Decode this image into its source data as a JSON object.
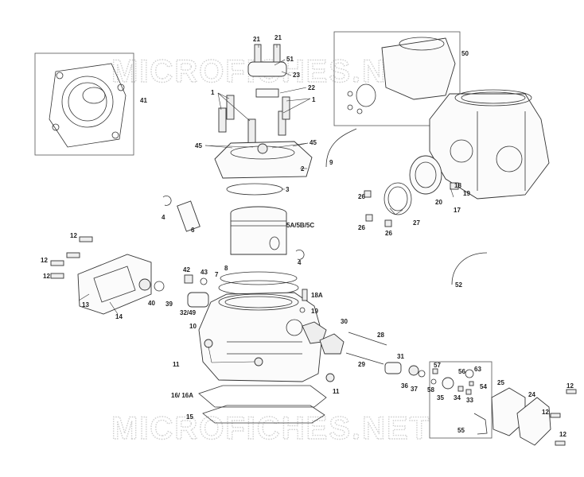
{
  "watermark": {
    "text": "MICROFICHES.NET",
    "color": "#cfcfcf"
  },
  "labels": [
    {
      "id": "l21a",
      "text": "21"
    },
    {
      "id": "l21b",
      "text": "21"
    },
    {
      "id": "l51",
      "text": "51"
    },
    {
      "id": "l23",
      "text": "23"
    },
    {
      "id": "l22",
      "text": "22"
    },
    {
      "id": "l1a",
      "text": "1"
    },
    {
      "id": "l1b",
      "text": "1"
    },
    {
      "id": "l41",
      "text": "41"
    },
    {
      "id": "l45a",
      "text": "45"
    },
    {
      "id": "l45b",
      "text": "45"
    },
    {
      "id": "l2",
      "text": "2"
    },
    {
      "id": "l3",
      "text": "3"
    },
    {
      "id": "l4a",
      "text": "4"
    },
    {
      "id": "l6",
      "text": "6"
    },
    {
      "id": "l5",
      "text": "5A/5B/5C"
    },
    {
      "id": "l4b",
      "text": "4"
    },
    {
      "id": "l8",
      "text": "8"
    },
    {
      "id": "l7",
      "text": "7"
    },
    {
      "id": "l42",
      "text": "42"
    },
    {
      "id": "l43",
      "text": "43"
    },
    {
      "id": "l12a",
      "text": "12"
    },
    {
      "id": "l12b",
      "text": "12"
    },
    {
      "id": "l12c",
      "text": "12"
    },
    {
      "id": "l13",
      "text": "13"
    },
    {
      "id": "l14",
      "text": "14"
    },
    {
      "id": "l40",
      "text": "40"
    },
    {
      "id": "l39",
      "text": "39"
    },
    {
      "id": "l3249",
      "text": "32/49"
    },
    {
      "id": "l10",
      "text": "10"
    },
    {
      "id": "l18a",
      "text": "18A"
    },
    {
      "id": "l19a",
      "text": "19"
    },
    {
      "id": "l30",
      "text": "30"
    },
    {
      "id": "l28",
      "text": "28"
    },
    {
      "id": "l11a",
      "text": "11"
    },
    {
      "id": "l29",
      "text": "29"
    },
    {
      "id": "l31",
      "text": "31"
    },
    {
      "id": "l36",
      "text": "36"
    },
    {
      "id": "l37",
      "text": "37"
    },
    {
      "id": "l57",
      "text": "57"
    },
    {
      "id": "l58",
      "text": "58"
    },
    {
      "id": "l35",
      "text": "35"
    },
    {
      "id": "l56",
      "text": "56"
    },
    {
      "id": "l63",
      "text": "63"
    },
    {
      "id": "l54",
      "text": "54"
    },
    {
      "id": "l34",
      "text": "34"
    },
    {
      "id": "l33",
      "text": "33"
    },
    {
      "id": "l25",
      "text": "25"
    },
    {
      "id": "l24",
      "text": "24"
    },
    {
      "id": "l12d",
      "text": "12"
    },
    {
      "id": "l12e",
      "text": "12"
    },
    {
      "id": "l12f",
      "text": "12"
    },
    {
      "id": "l55",
      "text": "55"
    },
    {
      "id": "l11b",
      "text": "11"
    },
    {
      "id": "l16",
      "text": "16/ 16A"
    },
    {
      "id": "l15",
      "text": "15"
    },
    {
      "id": "l50",
      "text": "50"
    },
    {
      "id": "l9",
      "text": "9"
    },
    {
      "id": "l18b",
      "text": "18"
    },
    {
      "id": "l19b",
      "text": "19"
    },
    {
      "id": "l20",
      "text": "20"
    },
    {
      "id": "l17",
      "text": "17"
    },
    {
      "id": "l26a",
      "text": "26"
    },
    {
      "id": "l26b",
      "text": "26"
    },
    {
      "id": "l26c",
      "text": "26"
    },
    {
      "id": "l27",
      "text": "27"
    },
    {
      "id": "l52",
      "text": "52"
    }
  ]
}
